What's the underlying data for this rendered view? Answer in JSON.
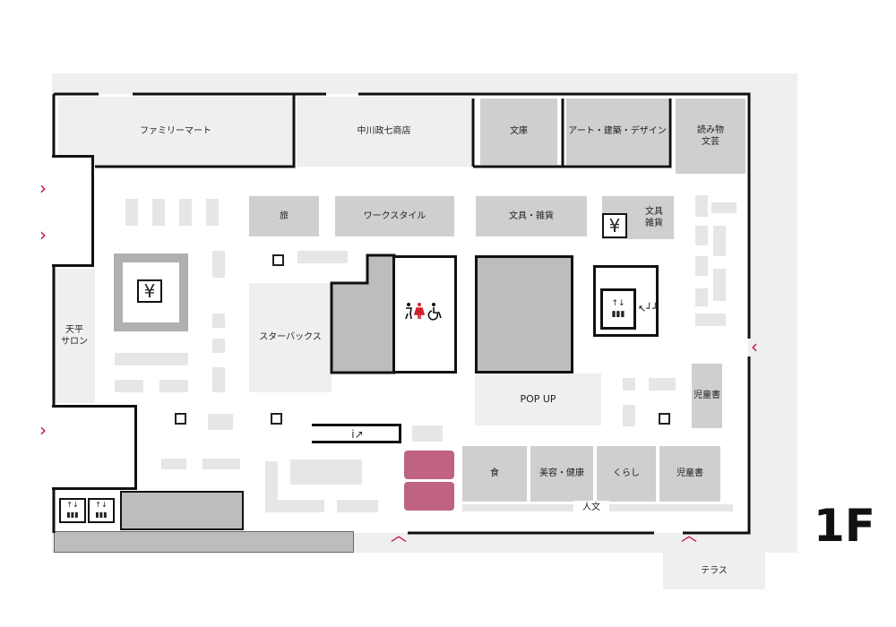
{
  "floor": {
    "label": "1F"
  },
  "areas": {
    "familymart": "ファミリーマート",
    "nakagawa": "中川政七商店",
    "bunko": "文庫",
    "art": "アート・建築・デザイン",
    "yomimono": "読み物\n文芸",
    "tabi": "旅",
    "workstyle": "ワークスタイル",
    "bungu": "文具・雑貨",
    "bungu_zakka": "文具\n雑貨",
    "tenpei": "天平\nサロン",
    "starbucks": "スターバックス",
    "popup": "POP UP",
    "jidosho_right": "児童書",
    "shoku": "食",
    "biyou": "美容・健康",
    "kurashi": "くらし",
    "jidosho_bottom": "児童書",
    "jinbun": "人文",
    "terrace": "テラス"
  },
  "icons": {
    "atm": "¥",
    "info": "i",
    "restroom_colors": {
      "man": "#111111",
      "woman": "#d0202c"
    }
  },
  "colors": {
    "entrance_arrow": "#c8103c",
    "highlight": "#b5486a"
  }
}
